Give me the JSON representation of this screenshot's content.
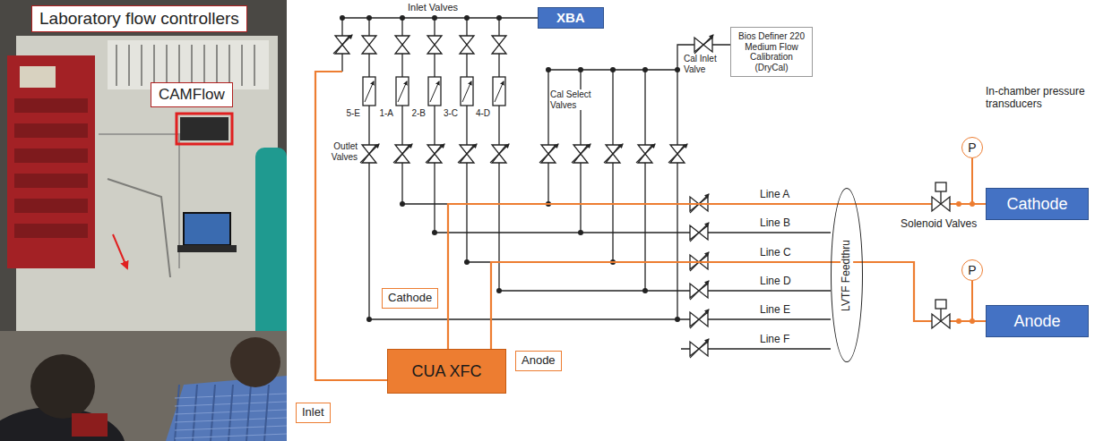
{
  "diagram": {
    "nodes": [
      {
        "text": [
          "Laboratory flow controllers"
        ]
      },
      {
        "text": [
          "CAMFlow"
        ]
      },
      {
        "text": [
          "XBA"
        ]
      },
      {
        "text": [
          "Bios Definer 220 Medium Flow Calibration (DryCal)"
        ]
      },
      {
        "text": [
          "P"
        ]
      },
      {
        "text": [
          "Cathode"
        ]
      },
      {
        "text": [
          "Cathode"
        ]
      },
      {
        "text": [
          "LVTF Feedthru"
        ]
      },
      {
        "text": [
          "P"
        ]
      },
      {
        "text": [
          "Anode"
        ]
      },
      {
        "text": [
          "CUA XFC"
        ]
      },
      {
        "text": [
          "Anode"
        ]
      },
      {
        "text": [
          "Inlet"
        ]
      }
    ],
    "edges": [
      {
        "from": 10,
        "to": 5,
        "arrow": "none"
      },
      {
        "from": 10,
        "to": 9,
        "arrow": "none"
      }
    ],
    "labels": [
      "Inlet Valves",
      "5-E",
      "1-A",
      "2-B",
      "3-C",
      "4-D",
      "Cal Select Valves",
      "Cal Inlet Valve",
      "Outlet Valves",
      "In-chamber pressure transducers",
      "Line A",
      "Line B",
      "Line C",
      "Line D",
      "Line E",
      "Line F",
      "Solenoid Valves"
    ]
  }
}
